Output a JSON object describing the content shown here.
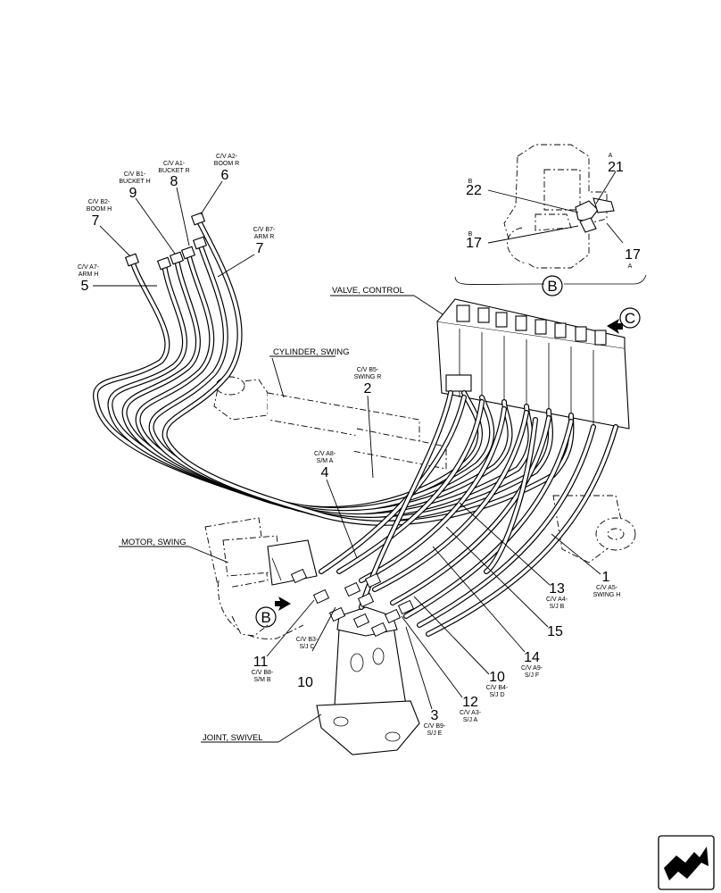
{
  "components": {
    "valve_control": "VALVE, CONTROL",
    "cylinder_swing": "CYLINDER, SWING",
    "motor_swing": "MOTOR, SWING",
    "joint_swivel": "JOINT, SWIVEL"
  },
  "views": {
    "view_b": "B",
    "view_c": "C",
    "arrow_b": "B"
  },
  "callouts": {
    "c8": {
      "num": "8",
      "l1": "C/V A1-",
      "l2": "BUCKET R"
    },
    "c6": {
      "num": "6",
      "l1": "C/V A2-",
      "l2": "BOOM R"
    },
    "c9": {
      "num": "9",
      "l1": "C/V B1-",
      "l2": "BUCKET H"
    },
    "c7a": {
      "num": "7",
      "l1": "C/V B2-",
      "l2": "BOOM H"
    },
    "c7b": {
      "num": "7",
      "l1": "C/V B7-",
      "l2": "ARM R"
    },
    "c5": {
      "num": "5",
      "l1": "C/V A7-",
      "l2": "ARM H"
    },
    "c2": {
      "num": "2",
      "l1": "C/V B5-",
      "l2": "SWING R"
    },
    "c4": {
      "num": "4",
      "l1": "C/V A8-",
      "l2": "S/M A"
    },
    "c1": {
      "num": "1",
      "l1": "C/V A5-",
      "l2": "SWING H"
    },
    "c13": {
      "num": "13",
      "l1": "C/V A4-",
      "l2": "S/J B"
    },
    "c15": {
      "num": "15"
    },
    "c14": {
      "num": "14",
      "l1": "C/V A9-",
      "l2": "S/J F"
    },
    "c10a": {
      "num": "10",
      "l1": "C/V B4-",
      "l2": "S/J D"
    },
    "c12": {
      "num": "12",
      "l1": "C/V A3-",
      "l2": "S/J A"
    },
    "c3": {
      "num": "3",
      "l1": "C/V B9-",
      "l2": "S/J E"
    },
    "c11": {
      "num": "11",
      "l1": "C/V B8-",
      "l2": "S/M B"
    },
    "c10b": {
      "num": "10",
      "l1": "C/V B3-",
      "l2": "S/J C"
    }
  },
  "detail_b": {
    "c21": {
      "num": "21",
      "letter": "A"
    },
    "c22": {
      "num": "22",
      "letter": "B"
    },
    "c17l": {
      "num": "17",
      "letter": "B"
    },
    "c17r": {
      "num": "17",
      "letter": "A"
    }
  },
  "icons": [
    "direction-arrow-icon",
    "view-arrow-icon"
  ]
}
